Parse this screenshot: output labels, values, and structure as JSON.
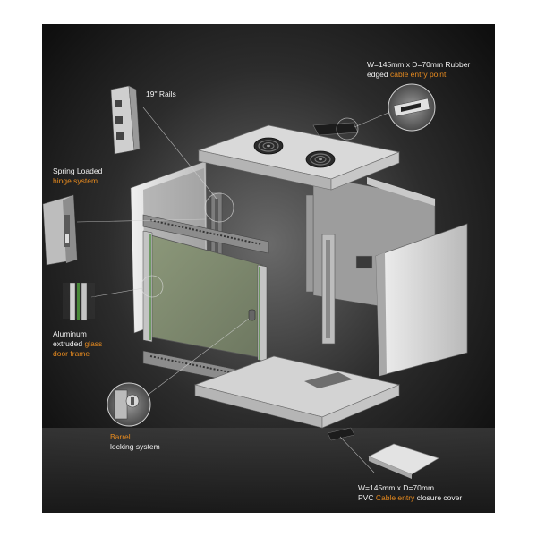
{
  "colors": {
    "background_top": "#0f0f0f",
    "background_glow": "#6a6a6a",
    "metal_light": "#dcdcdc",
    "metal_mid": "#a9a9a9",
    "metal_dark": "#5a5a5a",
    "glass_tint": "#7d8a6a",
    "gasket_green": "#4a8a3a",
    "accent_orange": "#e68a1f",
    "text_white": "#f2f2f2"
  },
  "callouts": {
    "rails": {
      "text": "19\" Rails"
    },
    "cable_entry": {
      "line1": "W=145mm x D=70mm Rubber",
      "line2_pre": "edged ",
      "line2_accent": "cable entry point"
    },
    "hinge": {
      "line1": "Spring Loaded",
      "line2_accent": "hinge system"
    },
    "door_frame": {
      "line1": "Aluminum",
      "line2_pre": "extruded ",
      "line2_accent": "glass",
      "line3_accent": "door frame"
    },
    "lock": {
      "line1_accent": "Barrel",
      "line2": "locking system"
    },
    "closure_cover": {
      "line1": "W=145mm x D=70mm",
      "line2_pre": "PVC ",
      "line2_accent": "Cable entry",
      "line2_post": " closure cover"
    }
  },
  "icons": [
    "fan-icon",
    "fan-icon"
  ]
}
